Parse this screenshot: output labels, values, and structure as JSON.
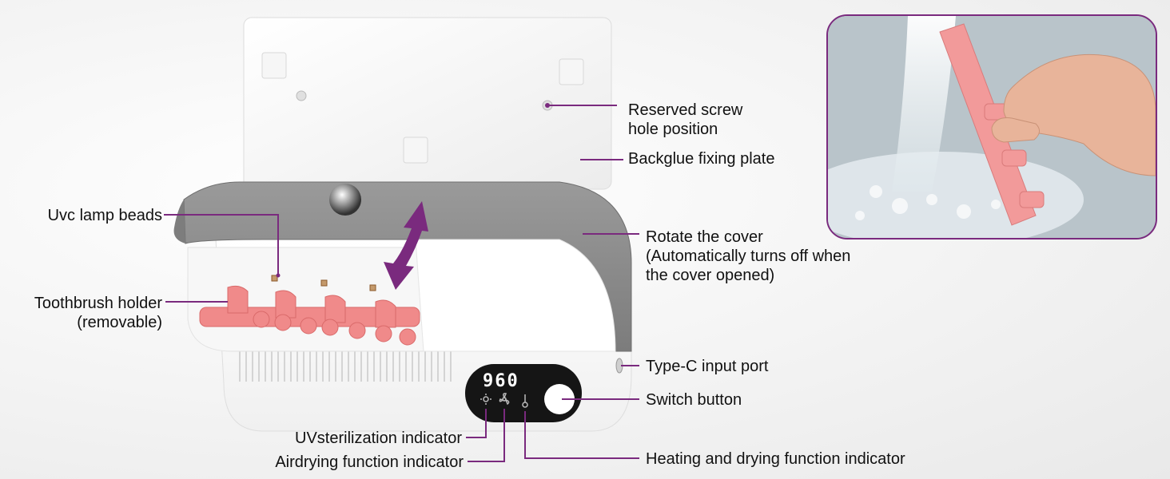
{
  "labels": {
    "reserved_screw_line1": "Reserved screw",
    "reserved_screw_line2": "hole position",
    "backglue_plate": "Backglue fixing plate",
    "uvc_lamp_beads": "Uvc lamp beads",
    "rotate_cover_line1": "Rotate the cover",
    "rotate_cover_line2": "(Automatically turns off when",
    "rotate_cover_line3": "the cover opened)",
    "toothbrush_holder_line1": "Toothbrush holder",
    "toothbrush_holder_line2": "(removable)",
    "type_c_port": "Type-C input port",
    "switch_button": "Switch button",
    "uv_indicator": "UVsterilization indicator",
    "airdry_indicator": "Airdrying function indicator",
    "heat_indicator": "Heating and drying function indicator"
  },
  "display": {
    "readout": "960"
  },
  "colors": {
    "callout_line": "#7a2a7e",
    "arrow": "#7a2a7e",
    "cover_gray": "#8a8a8a",
    "holder_pink": "#f08a8a",
    "display_bg": "#111111"
  }
}
